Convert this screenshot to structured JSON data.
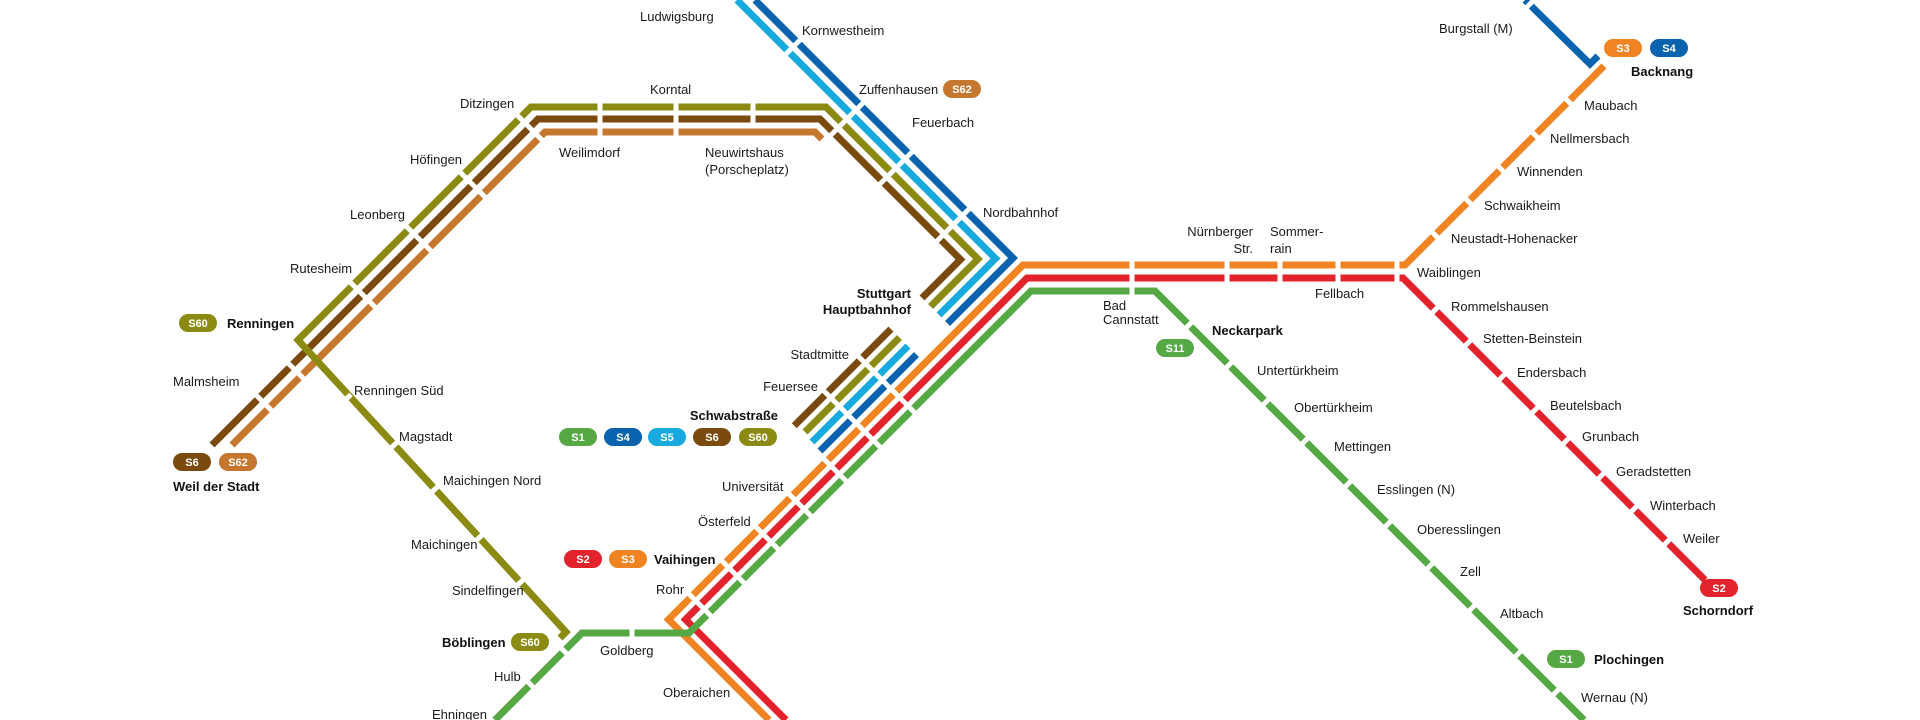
{
  "colors": {
    "S1": "#56a844",
    "S11": "#56a844",
    "S2": "#e3232c",
    "S3": "#f08423",
    "S4": "#0a63ae",
    "S5": "#18a9de",
    "S6": "#7b4a0f",
    "S60": "#8b8b14",
    "S62": "#c5772f"
  },
  "lines": {
    "S1": "S1",
    "S2": "S2",
    "S3": "S3",
    "S4": "S4",
    "S5": "S5",
    "S6": "S6",
    "S60": "S60",
    "S62": "S62",
    "S11": "S11"
  },
  "stations": {
    "ludwigsburg": "Ludwigsburg",
    "kornwestheim": "Kornwestheim",
    "zuffenhausen": "Zuffenhausen",
    "feuerbach": "Feuerbach",
    "nordbahnhof": "Nordbahnhof",
    "hbf1": "Stuttgart",
    "hbf2": "Hauptbahnhof",
    "korntal": "Korntal",
    "ditzingen": "Ditzingen",
    "hoefingen": "Höfingen",
    "leonberg": "Leonberg",
    "rutesheim": "Rutesheim",
    "renningen": "Renningen",
    "weilimdorf": "Weilimdorf",
    "neuwirtshaus": "Neuwirtshaus",
    "porscheplatz": "(Porscheplatz)",
    "malmsheim": "Malmsheim",
    "renningen_sued": "Renningen Süd",
    "magstadt": "Magstadt",
    "maichingen_nord": "Maichingen Nord",
    "maichingen": "Maichingen",
    "sindelfingen": "Sindelfingen",
    "boeblingen": "Böblingen",
    "hulb": "Hulb",
    "ehningen": "Ehningen",
    "goldberg": "Goldberg",
    "oberaichen": "Oberaichen",
    "rohr": "Rohr",
    "vaihingen": "Vaihingen",
    "oesterfeld": "Österfeld",
    "universitaet": "Universität",
    "schwabstrasse": "Schwabstraße",
    "feuersee": "Feuersee",
    "stadtmitte": "Stadtmitte",
    "weil_der_stadt": "Weil der Stadt",
    "burgstall": "Burgstall (M)",
    "backnang": "Backnang",
    "maubach": "Maubach",
    "nellmersbach": "Nellmersbach",
    "winnenden": "Winnenden",
    "schwaikheim": "Schwaikheim",
    "neustadt": "Neustadt-Hohenacker",
    "waiblingen": "Waiblingen",
    "fellbach": "Fellbach",
    "nuernberger1": "Nürnberger",
    "nuernberger2": "Str.",
    "sommerrain1": "Sommer-",
    "sommerrain2": "rain",
    "bad1": "Bad",
    "bad2": "Cannstatt",
    "neckarpark": "Neckarpark",
    "untertuerkheim": "Untertürkheim",
    "obertuerkheim": "Obertürkheim",
    "mettingen": "Mettingen",
    "esslingen": "Esslingen (N)",
    "oberesslingen": "Oberesslingen",
    "zell": "Zell",
    "altbach": "Altbach",
    "plochingen": "Plochingen",
    "wernau": "Wernau (N)",
    "rommelshausen": "Rommelshausen",
    "stetten": "Stetten-Beinstein",
    "endersbach": "Endersbach",
    "beutelsbach": "Beutelsbach",
    "grunbach": "Grunbach",
    "geradstetten": "Geradstetten",
    "winterbach": "Winterbach",
    "weiler": "Weiler",
    "schorndorf": "Schorndorf"
  }
}
